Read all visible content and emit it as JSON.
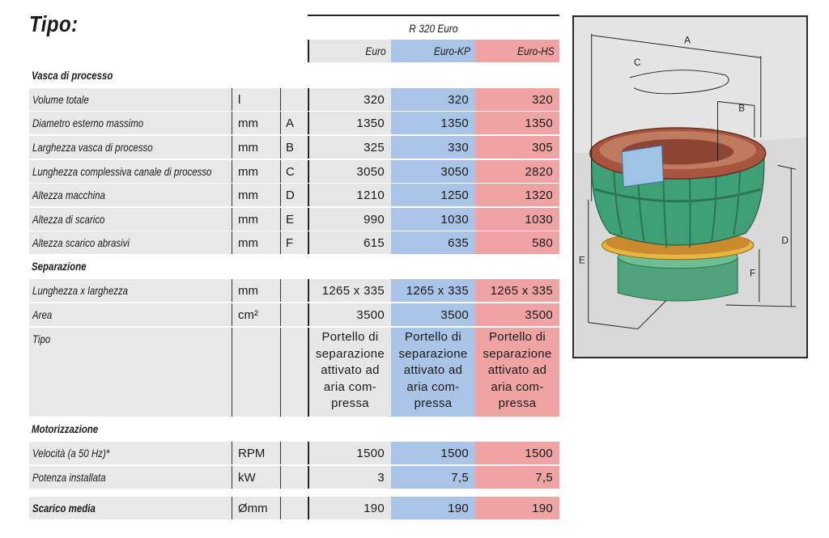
{
  "title": "Tipo:",
  "model": "R 320 Euro",
  "columns": [
    "Euro",
    "Euro-KP",
    "Euro-HS"
  ],
  "colors": {
    "euro": "#e6e6e6",
    "euro_kp": "#a9c4e6",
    "euro_hs": "#f0a3a3",
    "label_bg": "#e8e8e8"
  },
  "sections": {
    "vasca": "Vasca di processo",
    "separazione": "Separazione",
    "motorizzazione": "Motorizzazione"
  },
  "rows": [
    {
      "label": "Volume totale",
      "unit": "l",
      "letter": "",
      "values": [
        "320",
        "320",
        "320"
      ]
    },
    {
      "label": "Diametro esterno massimo",
      "unit": "mm",
      "letter": "A",
      "values": [
        "1350",
        "1350",
        "1350"
      ]
    },
    {
      "label": "Larghezza vasca di processo",
      "unit": "mm",
      "letter": "B",
      "values": [
        "325",
        "330",
        "305"
      ]
    },
    {
      "label": "Lunghezza complessiva canale di processo",
      "unit": "mm",
      "letter": "C",
      "values": [
        "3050",
        "3050",
        "2820"
      ]
    },
    {
      "label": "Altezza macchina",
      "unit": "mm",
      "letter": "D",
      "values": [
        "1210",
        "1250",
        "1320"
      ]
    },
    {
      "label": "Altezza di scarico",
      "unit": "mm",
      "letter": "E",
      "values": [
        "990",
        "1030",
        "1030"
      ]
    },
    {
      "label": "Altezza scarico abrasivi",
      "unit": "mm",
      "letter": "F",
      "values": [
        "615",
        "635",
        "580"
      ]
    },
    {
      "label": "Lunghezza x larghezza",
      "unit": "mm",
      "letter": "",
      "values": [
        "1265 x 335",
        "1265 x 335",
        "1265 x 335"
      ]
    },
    {
      "label": "Area",
      "unit": "cm²",
      "letter": "",
      "values": [
        "3500",
        "3500",
        "3500"
      ]
    },
    {
      "label": "Tipo",
      "unit": "",
      "letter": "",
      "values": [
        "Portello di separazione attivato ad aria com-pressa",
        "Portello di separazione attivato ad aria com-pressa",
        "Portello di separazione attivato ad aria com-pressa"
      ],
      "lines": [
        "Portello di",
        "separazione",
        "attivato ad",
        "aria com-",
        "pressa"
      ]
    },
    {
      "label": "Velocità (a 50 Hz)*",
      "unit": "RPM",
      "letter": "",
      "values": [
        "1500",
        "1500",
        "1500"
      ]
    },
    {
      "label": "Potenza installata",
      "unit": "kW",
      "letter": "",
      "values": [
        "3",
        "7,5",
        "7,5"
      ]
    },
    {
      "label": "Scarico media",
      "unit": "Ømm",
      "letter": "",
      "values": [
        "190",
        "190",
        "190"
      ]
    }
  ],
  "diagram": {
    "labels": [
      "A",
      "B",
      "C",
      "D",
      "E",
      "F"
    ]
  }
}
